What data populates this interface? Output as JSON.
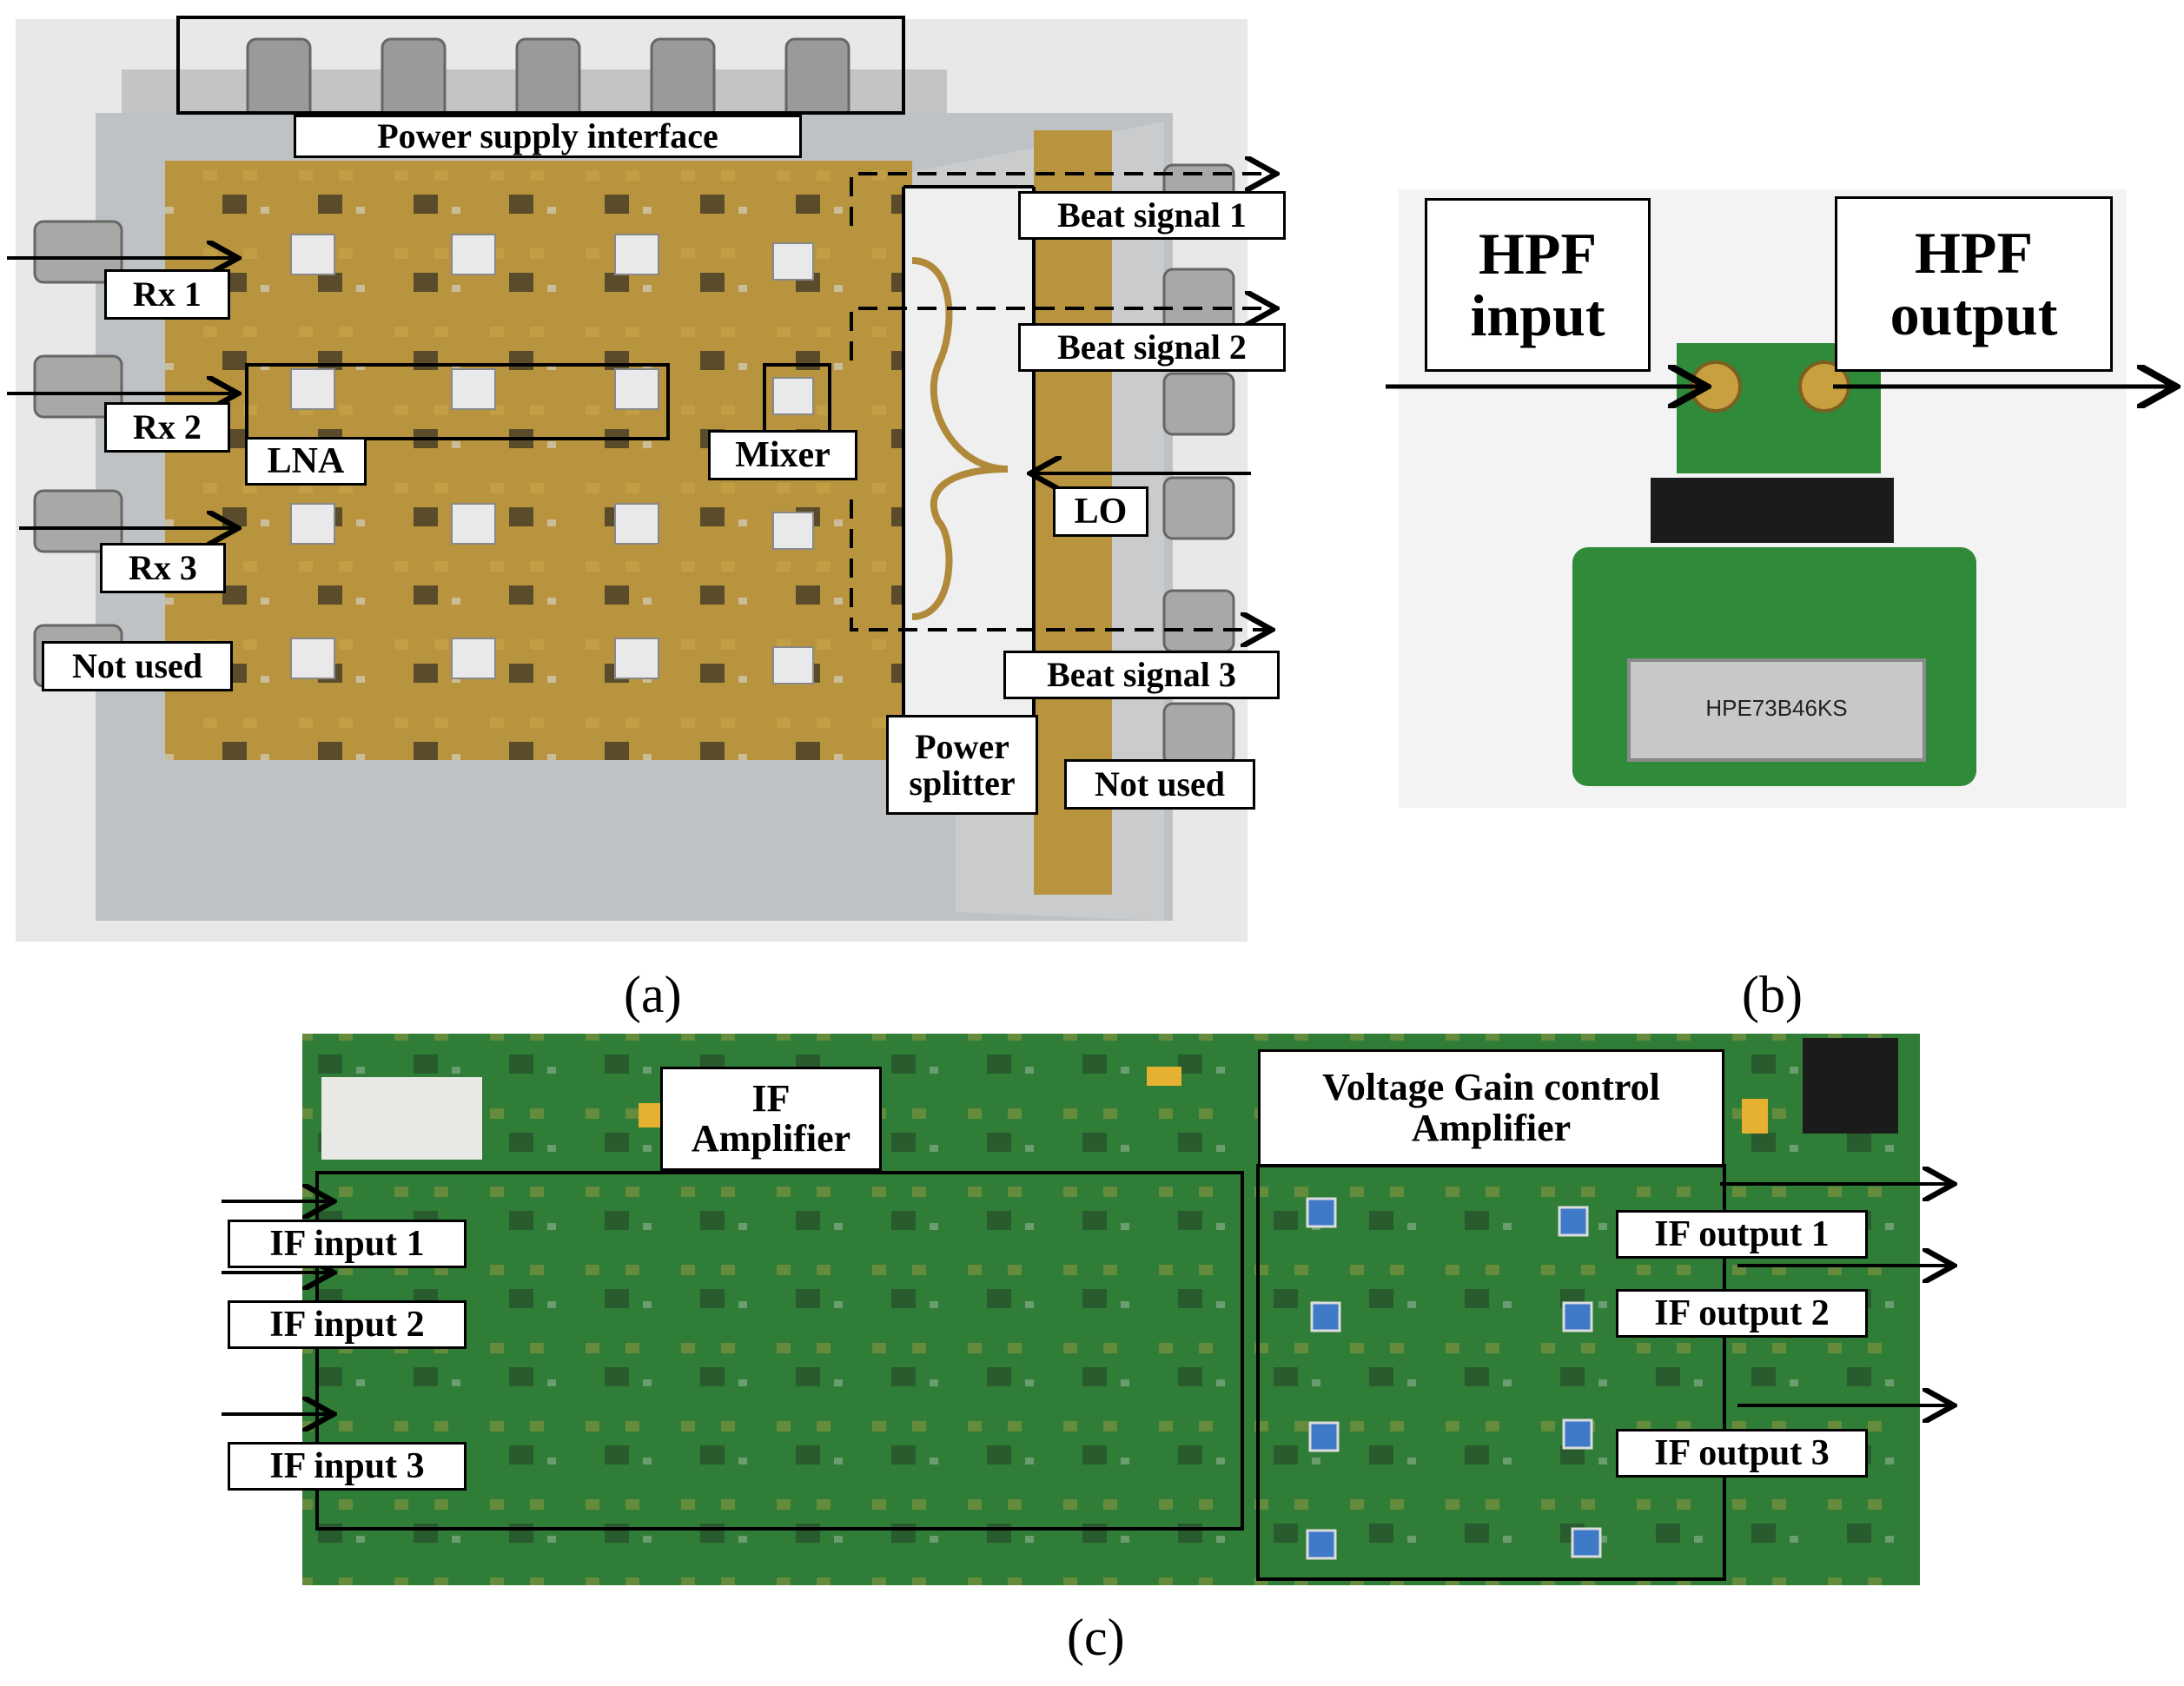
{
  "panel_a": {
    "caption": "(a)",
    "labels": {
      "power_supply": "Power supply interface",
      "beat1": "Beat signal 1",
      "beat2": "Beat signal 2",
      "beat3": "Beat signal 3",
      "rx1": "Rx 1",
      "rx2": "Rx 2",
      "rx3": "Rx 3",
      "not_used_left": "Not used",
      "not_used_right": "Not used",
      "lna": "LNA",
      "mixer": "Mixer",
      "lo": "LO",
      "power_splitter_l1": "Power",
      "power_splitter_l2": "splitter"
    }
  },
  "panel_b": {
    "caption": "(b)",
    "labels": {
      "hpf_input_l1": "HPF",
      "hpf_input_l2": "input",
      "hpf_output_l1": "HPF",
      "hpf_output_l2": "output",
      "chip_text": "HPE73B46KS"
    }
  },
  "panel_c": {
    "caption": "(c)",
    "labels": {
      "if_amp_l1": "IF",
      "if_amp_l2": "Amplifier",
      "vgca_l1": "Voltage Gain control",
      "vgca_l2": "Amplifier",
      "if_in1": "IF input 1",
      "if_in2": "IF input 2",
      "if_in3": "IF input 3",
      "if_out1": "IF output 1",
      "if_out2": "IF output 2",
      "if_out3": "IF output 3"
    }
  },
  "colors": {
    "pcb_green": "#2f7d36",
    "gold_board": "#b8943e",
    "aluminum": "#b9bcbf",
    "background_grey": "#e4e4e4"
  }
}
